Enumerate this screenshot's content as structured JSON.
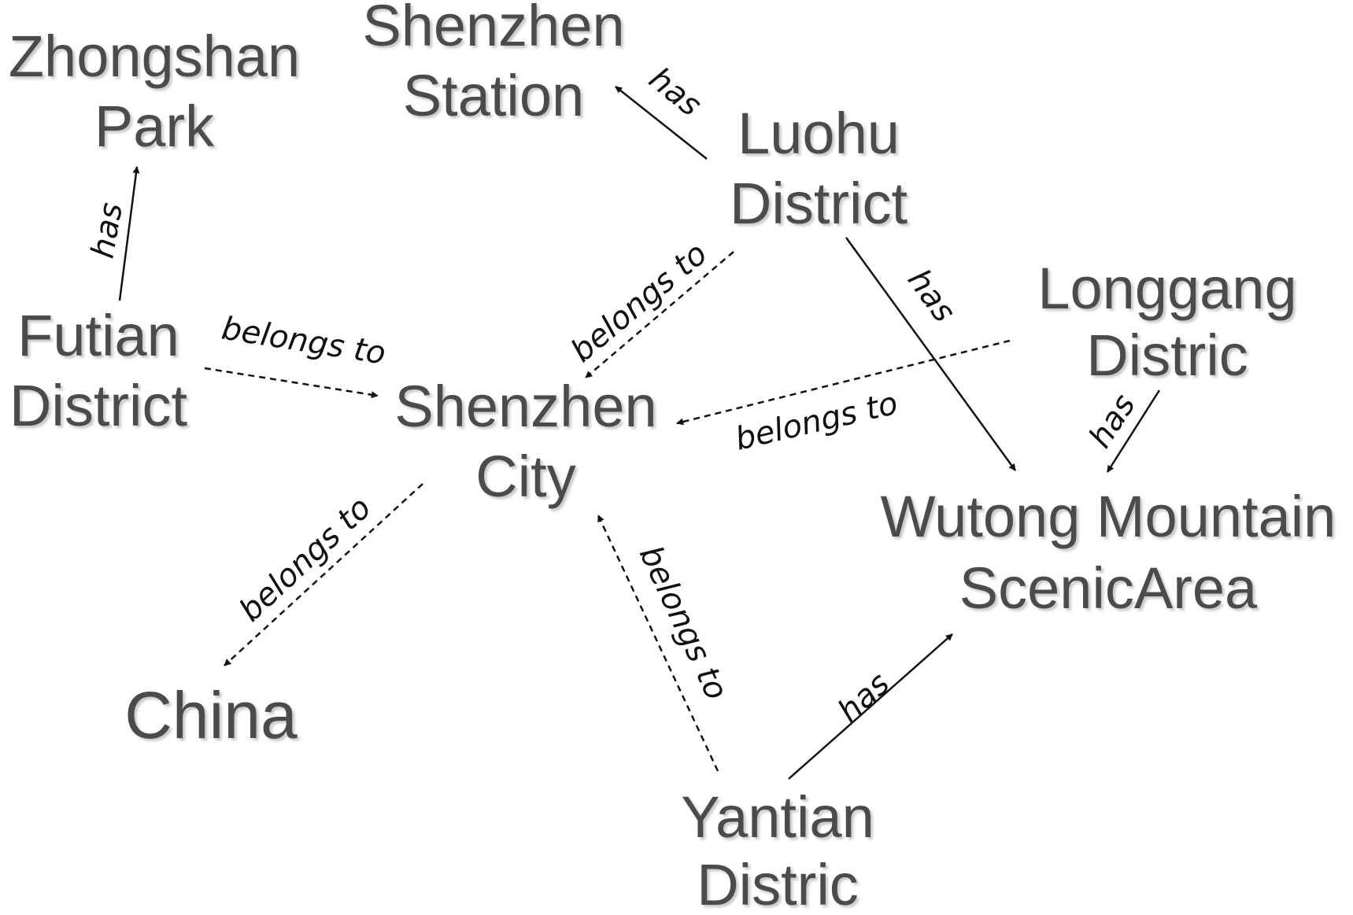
{
  "nodes": {
    "zhongshan_park": [
      "Zhongshan",
      "Park"
    ],
    "shenzhen_station": [
      "Shenzhen",
      "Station"
    ],
    "luohu_district": [
      "Luohu",
      "District"
    ],
    "longgang_distric": [
      "Longgang",
      "Distric"
    ],
    "futian_district": [
      "Futian",
      "District"
    ],
    "shenzhen_city": [
      "Shenzhen",
      "City"
    ],
    "wutong_mountain": [
      "Wutong Mountain",
      "ScenicArea"
    ],
    "china": [
      "China"
    ],
    "yantian_distric": [
      "Yantian",
      "Distric"
    ]
  },
  "edges": [
    {
      "from": "futian_district",
      "to": "zhongshan_park",
      "label": "has",
      "style": "solid"
    },
    {
      "from": "luohu_district",
      "to": "shenzhen_station",
      "label": "has",
      "style": "solid"
    },
    {
      "from": "futian_district",
      "to": "shenzhen_city",
      "label": "belongs to",
      "style": "dashed"
    },
    {
      "from": "luohu_district",
      "to": "shenzhen_city",
      "label": "belongs to",
      "style": "dashed"
    },
    {
      "from": "luohu_district",
      "to": "wutong_mountain",
      "label": "has",
      "style": "solid"
    },
    {
      "from": "longgang_distric",
      "to": "shenzhen_city",
      "label": "belongs to",
      "style": "dashed"
    },
    {
      "from": "longgang_distric",
      "to": "wutong_mountain",
      "label": "has",
      "style": "solid"
    },
    {
      "from": "shenzhen_city",
      "to": "china",
      "label": "belongs to",
      "style": "dashed"
    },
    {
      "from": "yantian_distric",
      "to": "shenzhen_city",
      "label": "belongs to",
      "style": "dashed"
    },
    {
      "from": "yantian_distric",
      "to": "wutong_mountain",
      "label": "has",
      "style": "solid"
    }
  ],
  "colors": {
    "node_text": "#4b4b4b",
    "edge": "#111111",
    "background": "#ffffff"
  }
}
